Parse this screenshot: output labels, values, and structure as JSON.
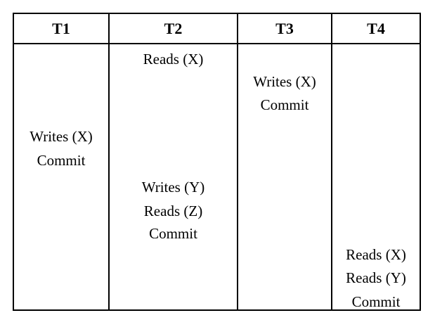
{
  "table": {
    "headers": [
      "T1",
      "T2",
      "T3",
      "T4"
    ],
    "operations": {
      "t2_reads_x": "Reads (X)",
      "t3_writes_x": "Writes (X)",
      "t3_commit": "Commit",
      "t1_writes_x": "Writes (X)",
      "t1_commit": "Commit",
      "t2_writes_y": "Writes (Y)",
      "t2_reads_z": "Reads (Z)",
      "t2_commit": "Commit",
      "t4_reads_x": "Reads (X)",
      "t4_reads_y": "Reads (Y)",
      "t4_commit": "Commit"
    }
  },
  "colors": {
    "border": "#000000",
    "background": "#ffffff",
    "text": "#000000"
  }
}
